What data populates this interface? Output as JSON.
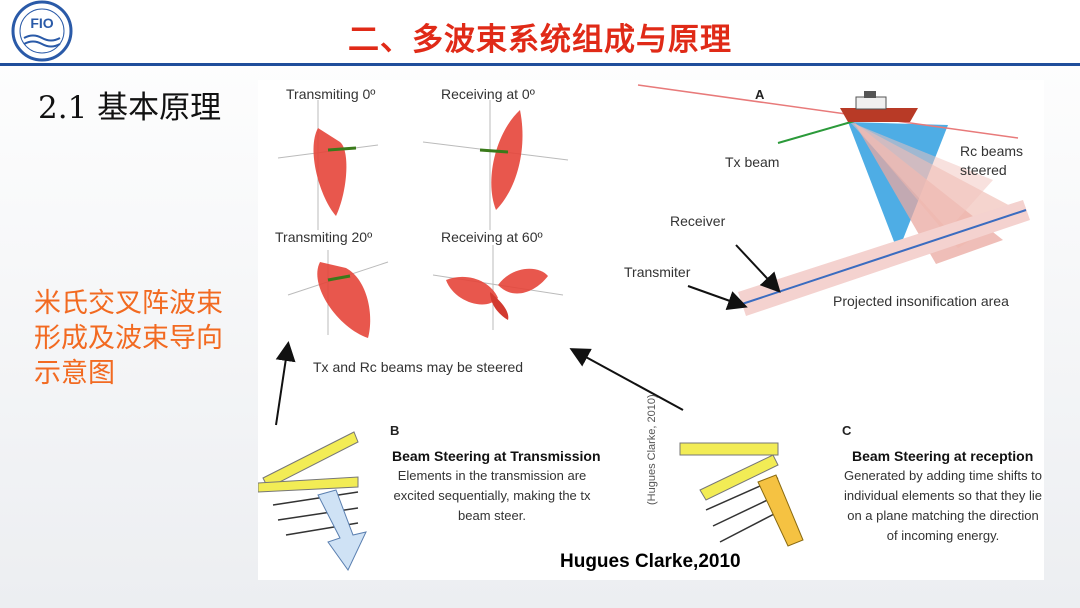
{
  "header": {
    "logo_text": "FIO",
    "title": "二、多波束系统组成与原理"
  },
  "section": {
    "title": "2.1 基本原理",
    "caption": "米氏交叉阵波束形成及波束导向示意图"
  },
  "figure": {
    "labels": {
      "tx0": "Transmiting 0º",
      "rx0": "Receiving at 0º",
      "tx20": "Transmiting 20º",
      "rx60": "Receiving at 60º",
      "steer_note": "Tx and Rc beams may be steered",
      "panel_a": "A",
      "tx_beam": "Tx beam",
      "rc_beams": "Rc beams steered",
      "receiver": "Receiver",
      "transmiter": "Transmiter",
      "insonification": "Projected insonification area",
      "panel_b": "B",
      "b_title": "Beam Steering at Transmission",
      "b_body": "Elements in the transmission are excited sequentially, making the tx beam steer.",
      "panel_c": "C",
      "c_title": "Beam Steering at reception",
      "c_body": "Generated by adding time shifts to individual elements so that they lie on a plane matching the direction of incoming energy.",
      "vertical_credit": "(Hugues Clarke, 2010)"
    },
    "credit": "Hugues Clarke,2010"
  },
  "colors": {
    "title_red": "#e02a17",
    "caption_orange": "#f26a21",
    "header_blue": "#1f4e9b",
    "beam_red": "#e6453a",
    "swath_blue": "#2f9fe0",
    "array_yellow": "#f2ec55"
  }
}
